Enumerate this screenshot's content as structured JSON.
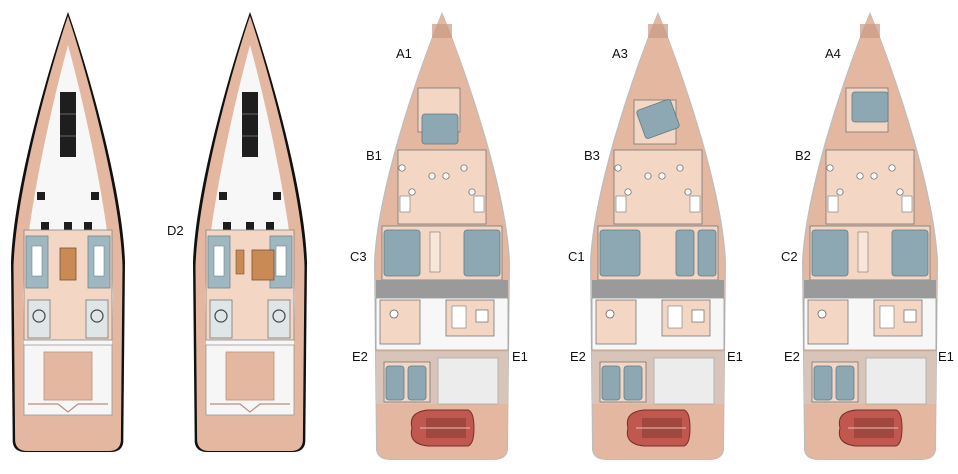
{
  "layouts": [
    {
      "id": "deck-plan-1",
      "labels": []
    },
    {
      "id": "deck-plan-2",
      "labels": [
        "D2"
      ]
    },
    {
      "id": "interior-plan-1",
      "labels": [
        "A1",
        "B1",
        "C3",
        "E2",
        "E1"
      ]
    },
    {
      "id": "interior-plan-2",
      "labels": [
        "A3",
        "B3",
        "C1",
        "E2",
        "E1"
      ]
    },
    {
      "id": "interior-plan-3",
      "labels": [
        "A4",
        "B2",
        "C2",
        "E2",
        "E1"
      ]
    }
  ],
  "colors": {
    "hull_outline": "#111111",
    "teak_deck": "#e4b7a0",
    "teak_deck_dark": "#c99a84",
    "white_deck": "#f7f7f7",
    "interior_floor": "#f3d6c3",
    "cushion_blue": "#9fb7c0",
    "bed_blue": "#8ea8b3",
    "wall_grey": "#9a9a9a",
    "garage_grey": "#cfcfcf",
    "tender_red": "#c0584f",
    "hatch_dark": "#1e1e1e"
  }
}
